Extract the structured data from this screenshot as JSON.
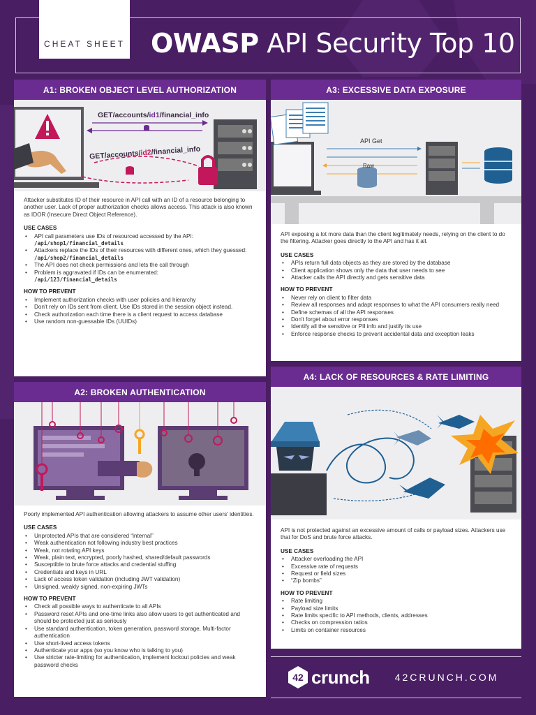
{
  "header": {
    "tab_label": "CHEAT SHEET",
    "title_bold": "OWASP",
    "title_rest": "API Security Top 10"
  },
  "a1": {
    "title": "A1: BROKEN OBJECT LEVEL AUTHORIZATION",
    "illus_url1_pre": "GET/accounts/",
    "illus_url1_id": "id1",
    "illus_url1_post": "/financial_info",
    "illus_url2_pre": "GET/accounts/",
    "illus_url2_id": "id2",
    "illus_url2_post": "/financial_info",
    "intro": "Attacker substitutes ID of their resource in API call with an ID of a resource belonging to another user. Lack of proper authorization checks allows access. This attack is also known as IDOR (Insecure Direct Object Reference).",
    "use_cases_label": "USE CASES",
    "uc1": "API call parameters use IDs of resourced accessed by the API:",
    "uc1_code": "/api/shop1/financial_details",
    "uc2": "Attackers replace the IDs of their resources with different ones, which they guessed:",
    "uc2_code": "/api/shop2/financial_details",
    "uc3": "The API does not check permissions and lets the call through",
    "uc4": "Problem is aggravated if IDs can be enumerated:",
    "uc4_code": "/api/123/financial_details",
    "prevent_label": "HOW TO PREVENT",
    "pr1": "Implement authorization checks with user policies and hierarchy",
    "pr2": "Don't rely on IDs sent from client. Use IDs stored in the session object instead.",
    "pr3": "Check authorization each time there is a client request to access database",
    "pr4": "Use random non-guessable IDs (UUIDs)"
  },
  "a2": {
    "title": "A2: BROKEN AUTHENTICATION",
    "intro": "Poorly implemented API authentication allowing attackers to assume other users' identities.",
    "use_cases_label": "USE CASES",
    "uc1": "Unprotected APIs that are considered “internal”",
    "uc2": "Weak authentication not following industry best practices",
    "uc3": "Weak, not rotating API keys",
    "uc4": "Weak, plain text, encrypted, poorly hashed, shared/default passwords",
    "uc5": "Susceptible to brute force attacks and credential stuffing",
    "uc6": "Credentials and keys in URL",
    "uc7": "Lack of access token validation (including JWT validation)",
    "uc8": "Unsigned, weakly signed, non-expiring JWTs",
    "prevent_label": "HOW TO PREVENT",
    "pr1": "Check all possible ways to authenticate to all APIs",
    "pr2": "Password reset APIs and one-time links also allow users to get authenticated and should be protected just as seriously",
    "pr3": "Use standard authentication, token generation, password storage, Multi-factor authentication",
    "pr4": "Use short-lived access tokens",
    "pr5": "Authenticate your apps (so you know who is talking to you)",
    "pr6": "Use stricter rate-limiting for authentication, implement lockout policies and weak password checks"
  },
  "a3": {
    "title": "A3: EXCESSIVE DATA EXPOSURE",
    "illus_api_get": "API Get",
    "illus_raw": "Raw",
    "intro": "API exposing a lot more data than the client legitimately needs, relying on the client to do the filtering. Attacker goes directly to the API and has it all.",
    "use_cases_label": "USE CASES",
    "uc1": "APIs return full data objects as they are stored by the database",
    "uc2": "Client application shows only the data that user needs to see",
    "uc3": "Attacker calls the API directly and gets sensitive data",
    "prevent_label": "HOW TO PREVENT",
    "pr1": "Never rely on client to filter data",
    "pr2": "Review all responses and adapt responses to what the API consumers really need",
    "pr3": "Define schemas of all the API responses",
    "pr4": "Don't forget about error responses",
    "pr5": "Identify all the sensitive or PII info and justify its use",
    "pr6": "Enforce response checks to prevent accidental data and exception leaks"
  },
  "a4": {
    "title": "A4: LACK OF RESOURCES & RATE LIMITING",
    "intro": "API is not protected against an excessive amount of calls or payload sizes. Attackers use that for DoS and brute force attacks.",
    "use_cases_label": "USE CASES",
    "uc1": "Attacker overloading the API",
    "uc2": "Excessive rate of requests",
    "uc3": "Request or field sizes",
    "uc4": "“Zip bombs”",
    "prevent_label": "HOW TO PREVENT",
    "pr1": "Rate limiting",
    "pr2": "Payload size limits",
    "pr3": "Rate limits specific to API methods, clients, addresses",
    "pr4": "Checks on compression ratios",
    "pr5": "Limits on container resources"
  },
  "footer": {
    "logo_num": "42",
    "logo_text": "crunch",
    "site": "42CRUNCH.COM"
  },
  "colors": {
    "background": "#4a1e63",
    "header_bar": "#6a2c91",
    "accent_pink": "#c2185b",
    "accent_orange": "#f5a623"
  }
}
